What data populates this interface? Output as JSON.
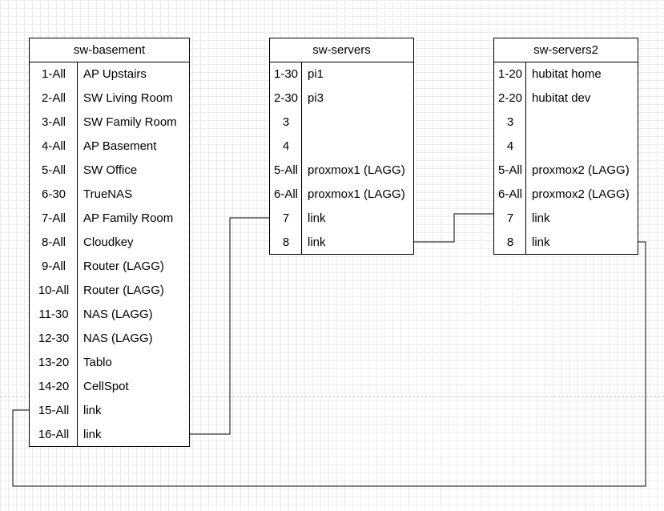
{
  "switches": {
    "basement": {
      "title": "sw-basement",
      "rows": [
        {
          "port": "1-All",
          "name": "AP Upstairs"
        },
        {
          "port": "2-All",
          "name": "SW Living Room"
        },
        {
          "port": "3-All",
          "name": "SW Family Room"
        },
        {
          "port": "4-All",
          "name": "AP Basement"
        },
        {
          "port": "5-All",
          "name": "SW Office"
        },
        {
          "port": "6-30",
          "name": "TrueNAS"
        },
        {
          "port": "7-All",
          "name": "AP Family Room"
        },
        {
          "port": "8-All",
          "name": "Cloudkey"
        },
        {
          "port": "9-All",
          "name": "Router (LAGG)"
        },
        {
          "port": "10-All",
          "name": "Router (LAGG)"
        },
        {
          "port": "11-30",
          "name": "NAS (LAGG)"
        },
        {
          "port": "12-30",
          "name": "NAS (LAGG)"
        },
        {
          "port": "13-20",
          "name": "Tablo"
        },
        {
          "port": "14-20",
          "name": "CellSpot"
        },
        {
          "port": "15-All",
          "name": "link"
        },
        {
          "port": "16-All",
          "name": "link"
        }
      ]
    },
    "servers": {
      "title": "sw-servers",
      "rows": [
        {
          "port": "1-30",
          "name": "pi1"
        },
        {
          "port": "2-30",
          "name": "pi3"
        },
        {
          "port": "3",
          "name": ""
        },
        {
          "port": "4",
          "name": ""
        },
        {
          "port": "5-All",
          "name": "proxmox1 (LAGG)"
        },
        {
          "port": "6-All",
          "name": "proxmox1 (LAGG)"
        },
        {
          "port": "7",
          "name": "link"
        },
        {
          "port": "8",
          "name": "link"
        }
      ]
    },
    "servers2": {
      "title": "sw-servers2",
      "rows": [
        {
          "port": "1-20",
          "name": "hubitat home"
        },
        {
          "port": "2-20",
          "name": "hubitat dev"
        },
        {
          "port": "3",
          "name": ""
        },
        {
          "port": "4",
          "name": ""
        },
        {
          "port": "5-All",
          "name": "proxmox2 (LAGG)"
        },
        {
          "port": "6-All",
          "name": "proxmox2 (LAGG)"
        },
        {
          "port": "7",
          "name": "link"
        },
        {
          "port": "8",
          "name": "link"
        }
      ]
    }
  },
  "connections": [
    {
      "from": "sw-basement:16-All",
      "to": "sw-servers:7"
    },
    {
      "from": "sw-servers:8",
      "to": "sw-servers2:7"
    },
    {
      "from": "sw-servers2:8",
      "to": "sw-basement:15-All"
    }
  ]
}
